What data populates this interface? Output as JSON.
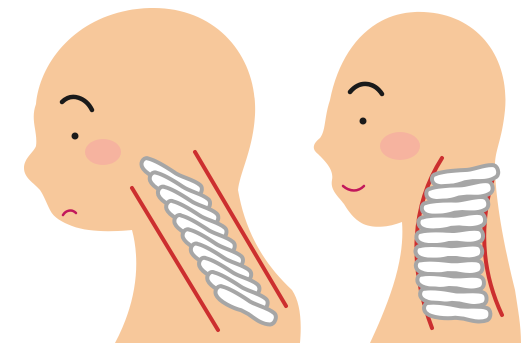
{
  "illustration": {
    "panels": [
      {
        "posture": "forward-head",
        "expression": "worried",
        "spine_alignment": "straight"
      },
      {
        "posture": "upright",
        "expression": "smiling",
        "spine_alignment": "natural-curve"
      }
    ],
    "colors": {
      "skin": "#f7c89b",
      "cheek": "#f5a3a3",
      "outline": "#cc2f2f",
      "vertebra_fill": "#ffffff",
      "vertebra_edge": "#a6a6a6",
      "features": "#1a1a1a",
      "mouth": "#c2185b"
    }
  }
}
